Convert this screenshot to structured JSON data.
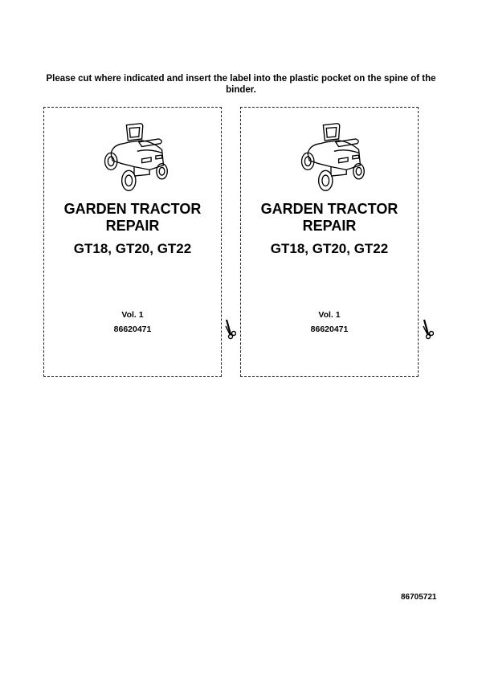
{
  "instruction": "Please cut where indicated and insert the label into the plastic pocket on the spine of the binder.",
  "labels": [
    {
      "title_line1": "GARDEN TRACTOR",
      "title_line2": "REPAIR",
      "models": "GT18, GT20, GT22",
      "volume": "Vol. 1",
      "part_number": "86620471"
    },
    {
      "title_line1": "GARDEN TRACTOR",
      "title_line2": "REPAIR",
      "models": "GT18, GT20, GT22",
      "volume": "Vol. 1",
      "part_number": "86620471"
    }
  ],
  "footer_number": "86705721"
}
